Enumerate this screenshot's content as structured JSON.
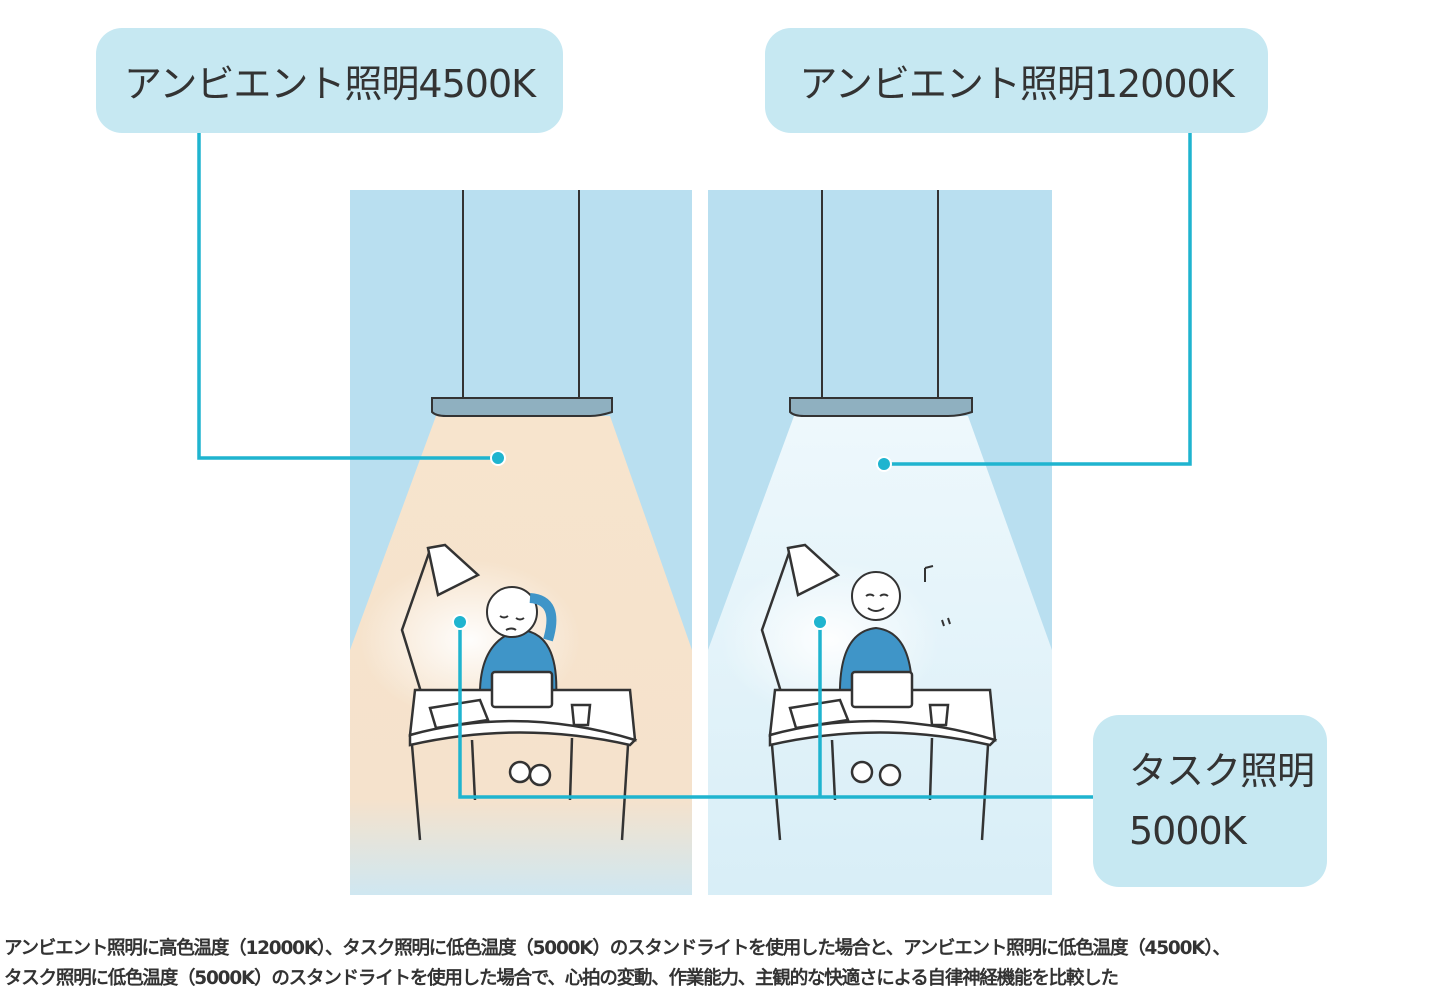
{
  "labels": {
    "ambient_left": "アンビエント照明4500K",
    "ambient_right": "アンビエント照明12000K",
    "task_line1": "タスク照明",
    "task_line2": "5000K"
  },
  "caption": {
    "line1": "アンビエント照明に高色温度（12000K）、タスク照明に低色温度（5000K）のスタンドライトを使用した場合と、アンビエント照明に低色温度（4500K）、",
    "line2": "タスク照明に低色温度（5000K）のスタンドライトを使用した場合で、心拍の変動、作業能力、主観的な快適さによる自律神経機能を比較した"
  },
  "colors": {
    "panel_bg": "#b9dff0",
    "warm_light": "#f5e3cc",
    "cool_light": "#e4f3fa",
    "callout_line": "#1fb4cf",
    "label_bg": "#c6e8f2",
    "shirt": "#3f95c8"
  }
}
